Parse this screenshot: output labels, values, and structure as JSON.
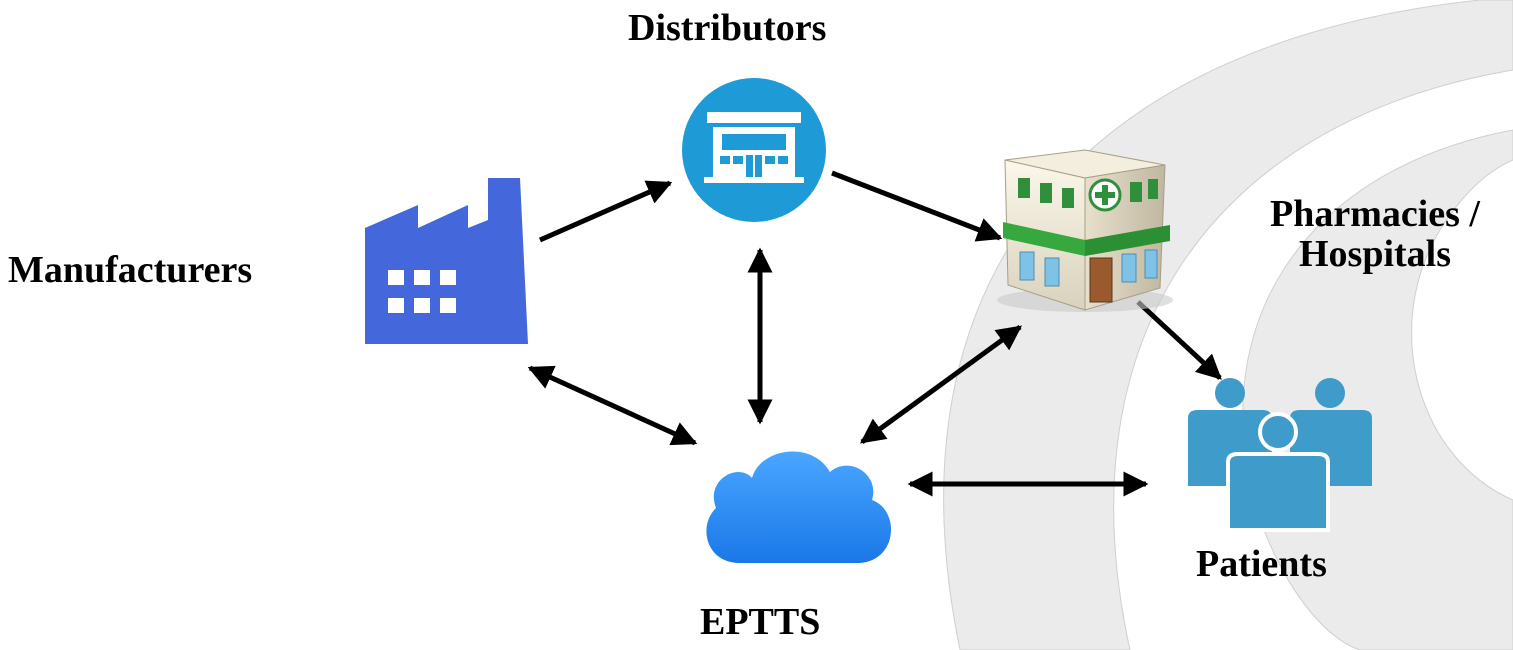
{
  "diagram": {
    "nodes": {
      "distributors": {
        "label": "Distributors",
        "icon": "store-icon"
      },
      "manufacturers": {
        "label": "Manufacturers",
        "icon": "factory-icon"
      },
      "pharmacies": {
        "label_line1": "Pharmacies /",
        "label_line2": "Hospitals",
        "icon": "pharmacy-building-icon"
      },
      "patients": {
        "label": "Patients",
        "icon": "people-icon"
      },
      "eptts": {
        "label": "EPTTS",
        "icon": "cloud-icon"
      }
    },
    "edges": [
      {
        "from": "manufacturers",
        "to": "distributors",
        "direction": "one-way"
      },
      {
        "from": "distributors",
        "to": "pharmacies",
        "direction": "one-way"
      },
      {
        "from": "pharmacies",
        "to": "patients",
        "direction": "one-way"
      },
      {
        "from": "distributors",
        "to": "eptts",
        "direction": "two-way"
      },
      {
        "from": "manufacturers",
        "to": "eptts",
        "direction": "two-way"
      },
      {
        "from": "pharmacies",
        "to": "eptts",
        "direction": "two-way"
      },
      {
        "from": "patients",
        "to": "eptts",
        "direction": "two-way"
      }
    ]
  },
  "colors": {
    "factory": "#4468dc",
    "store_circle": "#1e9ad6",
    "cloud_top": "#4aa6ff",
    "cloud_bottom": "#1a78e8",
    "people": "#3f9bc9",
    "arrow": "#000000",
    "background_swirl": "#e9e9e9"
  }
}
